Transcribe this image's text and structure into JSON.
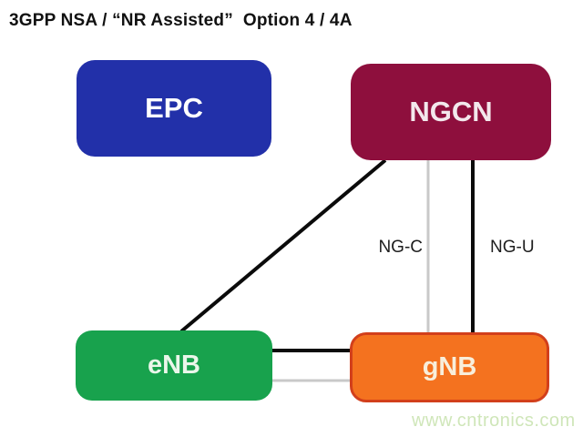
{
  "title": "3GPP NSA / “NR Assisted”  Option 4 / 4A",
  "diagram": {
    "nodes": {
      "epc": {
        "label": "EPC",
        "fill_color": "#2230a9",
        "text_color": "#ffffff"
      },
      "ngcn": {
        "label": "NGCN",
        "fill_color": "#8e0f3d",
        "text_color": "#f3e8ec"
      },
      "enb": {
        "label": "eNB",
        "fill_color": "#18a24d",
        "text_color": "#eaf6ea"
      },
      "gnb": {
        "label": "gNB",
        "fill_color": "#f4721f",
        "border_color": "#d23f1b",
        "text_color": "#f8eedb"
      }
    },
    "connections": [
      {
        "from": "ngcn",
        "to": "enb",
        "style": "solid-black-diagonal",
        "label": ""
      },
      {
        "from": "ngcn",
        "to": "gnb",
        "style": "solid-gray-vertical",
        "label": "NG-C"
      },
      {
        "from": "ngcn",
        "to": "gnb",
        "style": "solid-black-vertical",
        "label": "NG-U"
      },
      {
        "from": "enb",
        "to": "gnb",
        "style": "solid-black-horizontal",
        "label": ""
      },
      {
        "from": "enb",
        "to": "gnb",
        "style": "solid-gray-horizontal",
        "label": ""
      }
    ],
    "link_labels": {
      "ng_c": "NG-C",
      "ng_u": "NG-U"
    },
    "line_colors": {
      "black": "#0b0b0b",
      "gray": "#c9c9c9"
    }
  },
  "watermark": {
    "text": "www.cntronics.com",
    "color": "#cfe6b9"
  }
}
